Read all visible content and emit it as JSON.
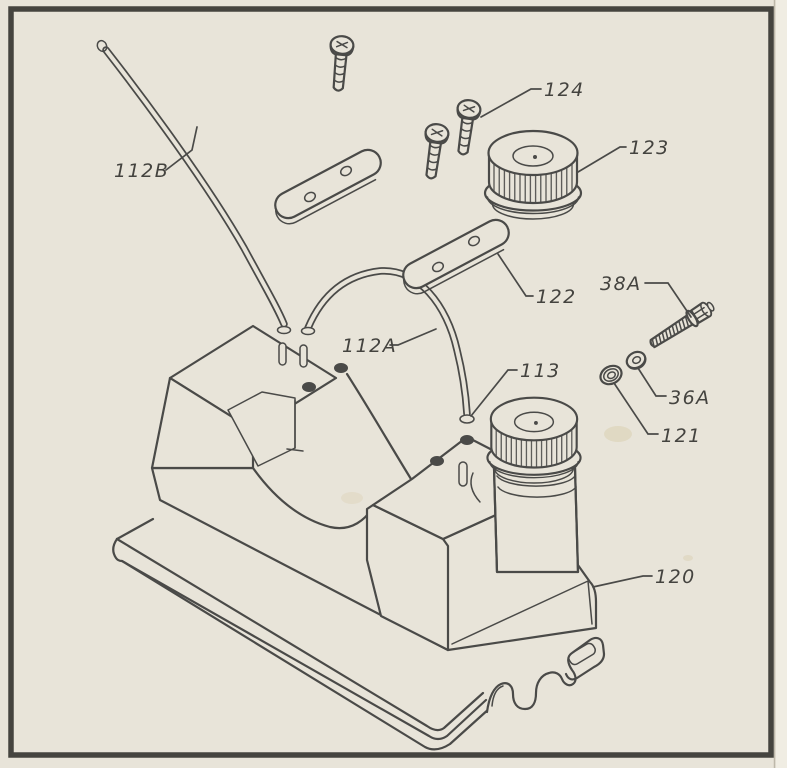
{
  "diagram": {
    "part_labels": {
      "p112B": "112B",
      "p124": "124",
      "p123": "123",
      "p122": "122",
      "p112A": "112A",
      "p113": "113",
      "p38A": "38A",
      "p36A": "36A",
      "p121": "121",
      "p120": "120"
    },
    "colors": {
      "paper": "#e8e4d9",
      "line": "#4a4a48",
      "frame": "#45443f",
      "page_edge": "#f0ede3"
    }
  }
}
